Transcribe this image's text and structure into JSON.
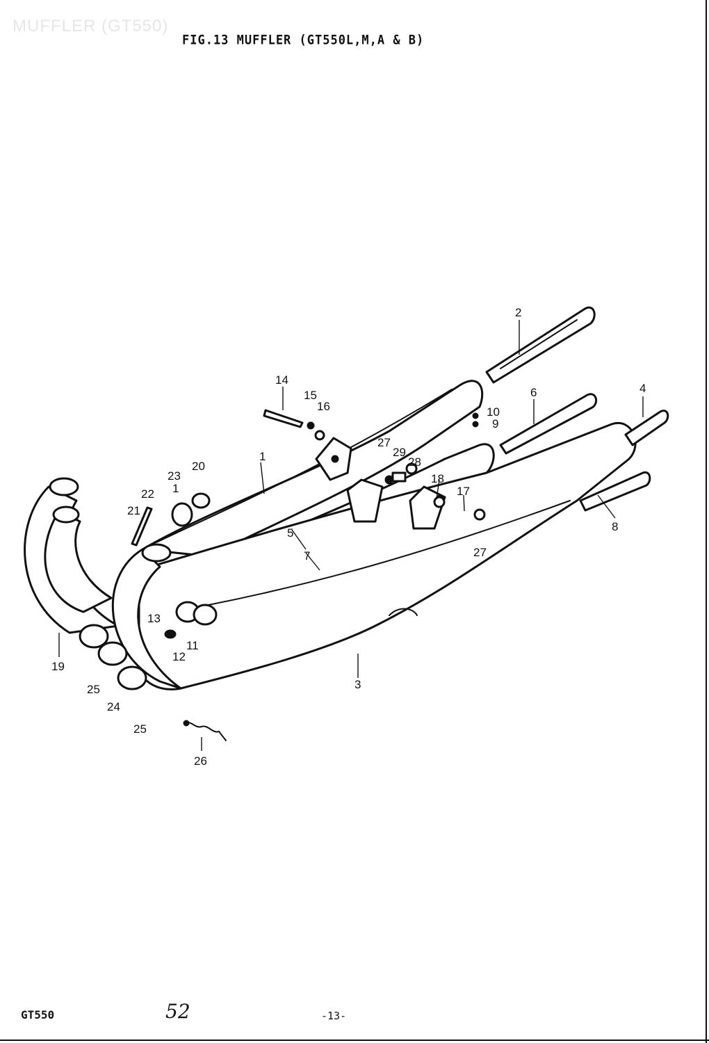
{
  "header": {
    "watermark": "MUFFLER (GT550)",
    "figure_title": "FIG.13 MUFFLER (GT550L,M,A & B)"
  },
  "footer": {
    "model": "GT550",
    "handwritten_number": "52",
    "page_number": "-13-"
  },
  "callouts": [
    "1",
    "2",
    "3",
    "4",
    "5",
    "6",
    "7",
    "8",
    "9",
    "10",
    "11",
    "12",
    "13",
    "14",
    "15",
    "16",
    "17",
    "18",
    "19",
    "20",
    "21",
    "22",
    "23",
    "1",
    "24",
    "25",
    "25",
    "26",
    "27",
    "27",
    "28",
    "29"
  ]
}
